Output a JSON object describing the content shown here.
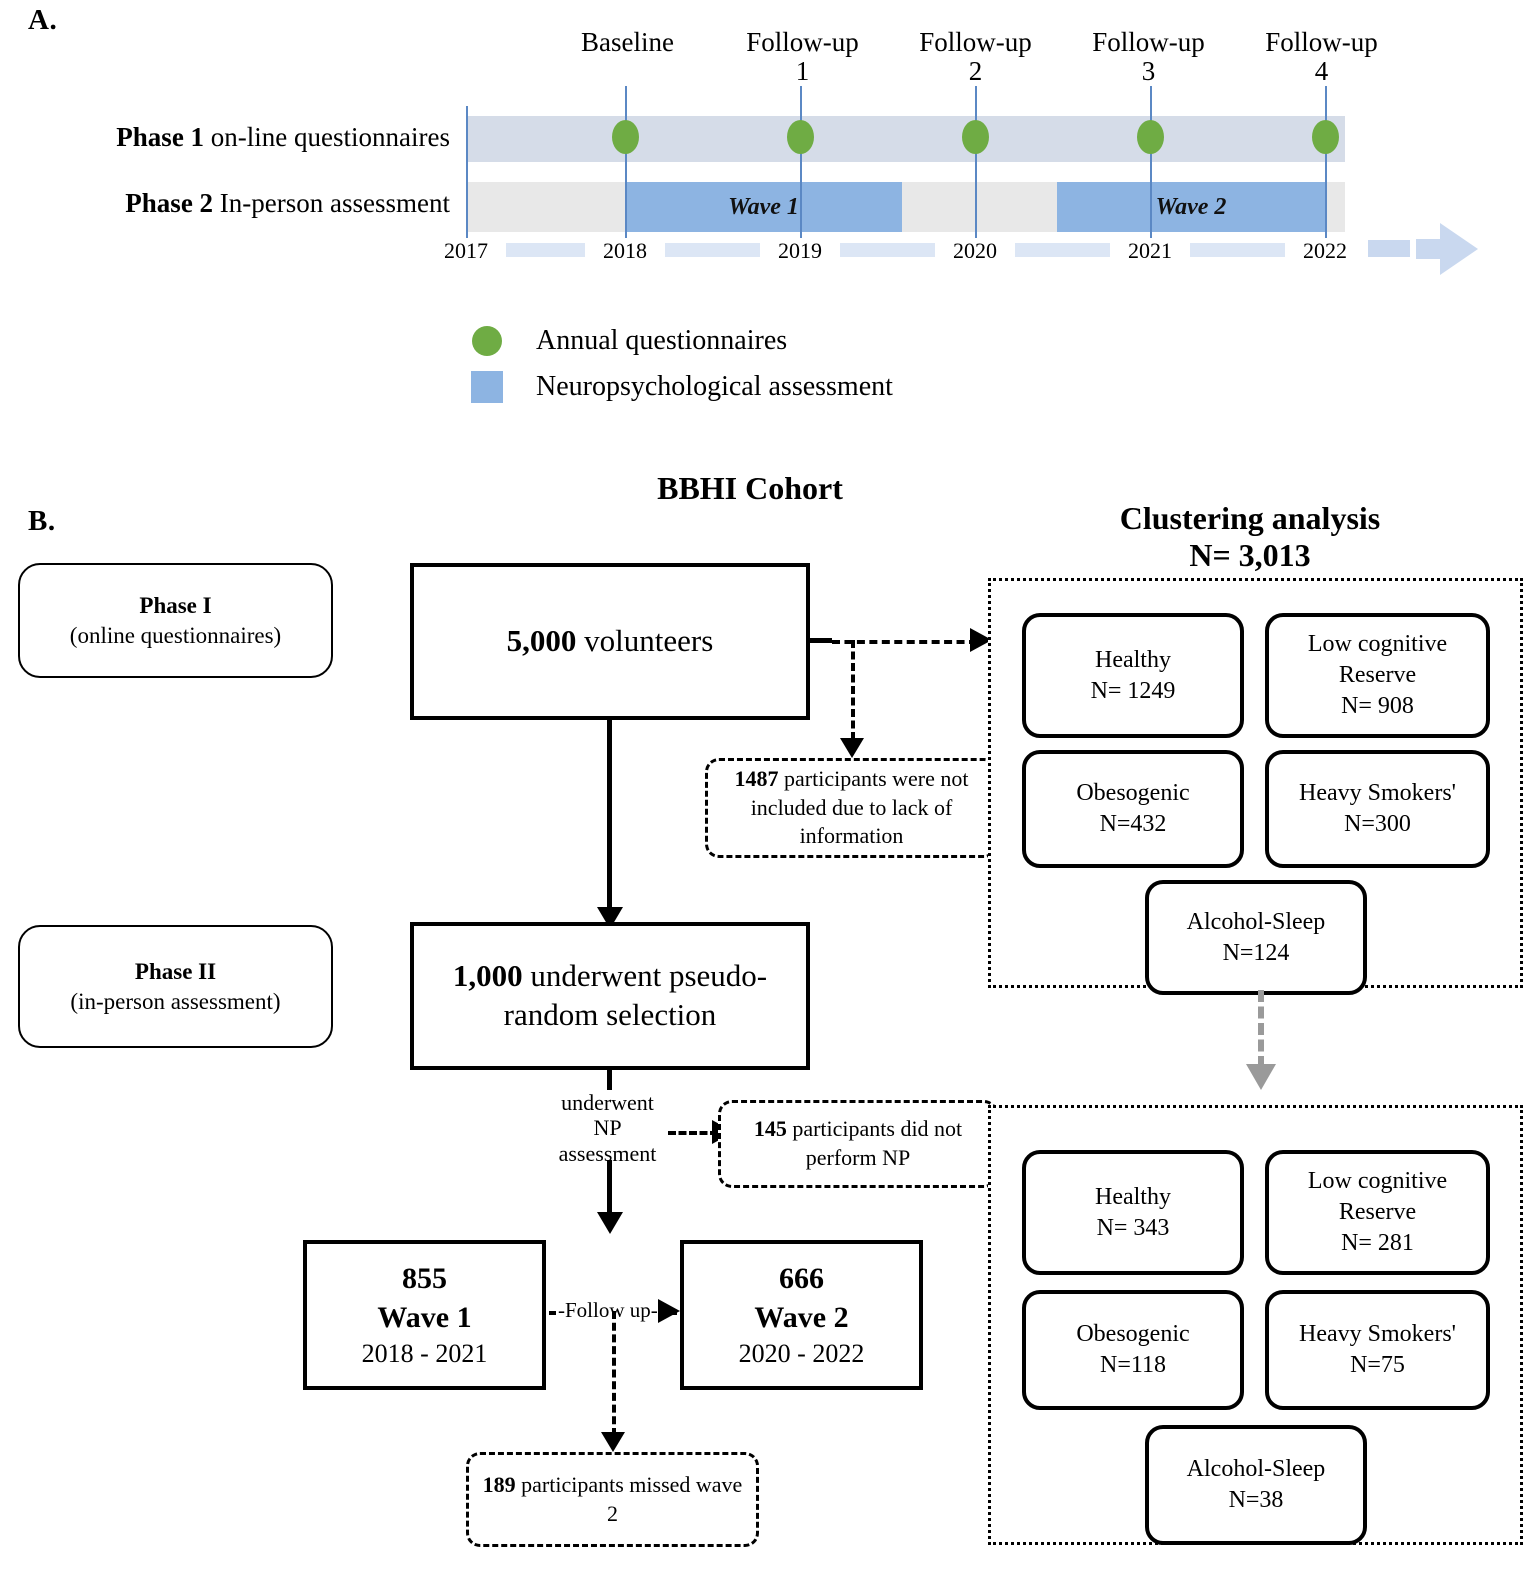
{
  "panel_a": {
    "letter": "A.",
    "row_labels": [
      {
        "strong": "Phase 1",
        "rest": " on-line questionnaires"
      },
      {
        "strong": "Phase 2",
        "rest": " In-person assessment"
      }
    ],
    "timepoints": [
      {
        "label": "Baseline",
        "year": "2018"
      },
      {
        "label": "Follow-up\n1",
        "year": "2019"
      },
      {
        "label": "Follow-up\n2",
        "year": "2020"
      },
      {
        "label": "Follow-up\n3",
        "year": "2021"
      },
      {
        "label": "Follow-up\n4",
        "year": "2022"
      }
    ],
    "years": [
      "2017",
      "2018",
      "2019",
      "2020",
      "2021",
      "2022"
    ],
    "waves": [
      {
        "label": "Wave 1",
        "start_year": 2018.0,
        "end_year": 2019.5
      },
      {
        "label": "Wave 2",
        "start_year": 2020.5,
        "end_year": 2022.0
      }
    ],
    "colors": {
      "phase1_band": "#d5dce8",
      "phase2_band": "#e8e8e8",
      "wave_fill": "#8db4e2",
      "dot": "#6fac44",
      "tick_line": "#5b88c4",
      "axis_bar": "#dce6f5"
    },
    "legend": [
      {
        "marker": "circle",
        "label": "Annual questionnaires"
      },
      {
        "marker": "square",
        "label": "Neuropsychological assessment"
      }
    ]
  },
  "panel_b": {
    "letter": "B.",
    "cohort_title": "BBHI Cohort",
    "clustering_title": "Clustering analysis\nN= 3,013",
    "phase_pills": [
      {
        "title": "Phase I",
        "subtitle": "(online questionnaires)"
      },
      {
        "title": "Phase II",
        "subtitle": "(in-person assessment)"
      }
    ],
    "volunteers_box": {
      "number": "5,000",
      "text": " volunteers"
    },
    "pseudo_box": {
      "number": "1,000",
      "text": " underwent pseudo-random selection"
    },
    "notes": [
      {
        "number": "1487",
        "text": " participants were not included due to lack of information"
      },
      {
        "number": "145",
        "text": " participants did not perform NP"
      },
      {
        "number": "189",
        "text": " participants missed wave 2"
      }
    ],
    "connector_labels": {
      "np_assessment": "underwent\nNP\nassessment",
      "follow_up": "-Follow up-"
    },
    "wave_boxes": [
      {
        "n": "855",
        "wave": "Wave 1",
        "years": "2018 - 2021"
      },
      {
        "n": "666",
        "wave": "Wave 2",
        "years": "2020 - 2022"
      }
    ],
    "clusters_phase1": [
      {
        "name": "Healthy",
        "n": "N= 1249"
      },
      {
        "name": "Low cognitive\nReserve",
        "n": "N= 908"
      },
      {
        "name": "Obesogenic",
        "n": "N=432"
      },
      {
        "name": "Heavy Smokers'",
        "n": "N=300"
      },
      {
        "name": "Alcohol-Sleep",
        "n": "N=124"
      }
    ],
    "clusters_phase2": [
      {
        "name": "Healthy",
        "n": "N= 343"
      },
      {
        "name": "Low cognitive\nReserve",
        "n": "N= 281"
      },
      {
        "name": "Obesogenic",
        "n": "N=118"
      },
      {
        "name": "Heavy Smokers'",
        "n": "N=75"
      },
      {
        "name": "Alcohol-Sleep",
        "n": "N=38"
      }
    ]
  }
}
